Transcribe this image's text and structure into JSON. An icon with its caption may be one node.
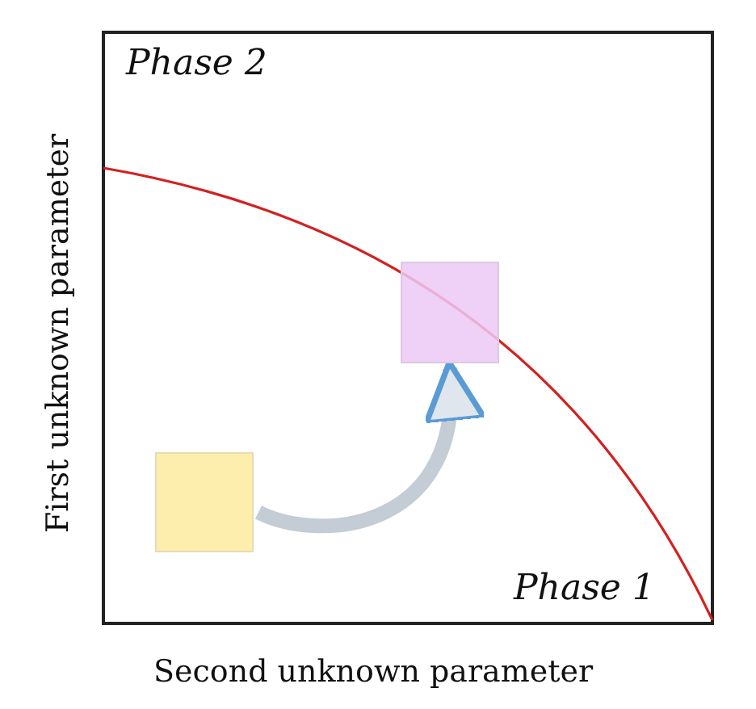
{
  "diagram": {
    "nodes": [
      {
        "text": [],
        "shape": "box"
      },
      {
        "text": [],
        "shape": "box"
      }
    ],
    "edges": [
      {
        "from": 0,
        "to": 1,
        "arrow": "to"
      }
    ],
    "labels": [
      "Phase 2",
      "First unknown parameter",
      "Phase 1",
      "Second unknown parameter"
    ]
  }
}
